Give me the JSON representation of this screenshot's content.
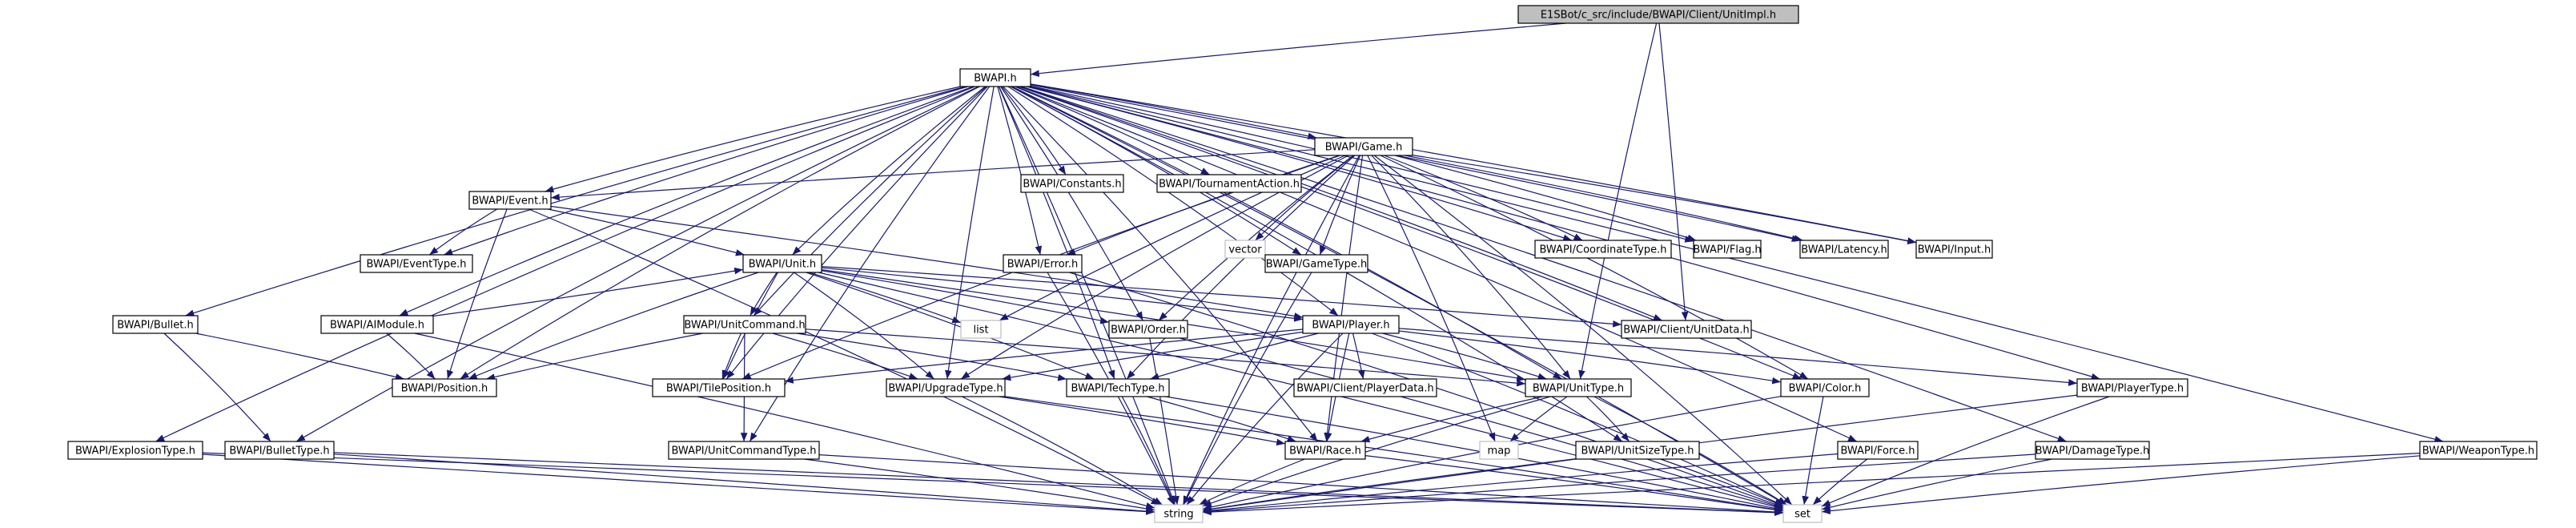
{
  "colors": {
    "edge": "#191970",
    "root_fill": "#bfbfbf",
    "node_fill": "#ffffff",
    "external_border": "#bfbfbf"
  },
  "nodes": {
    "root": "E1SBot/c_src/include/BWAPI/Client/UnitImpl.h",
    "bwapi": "BWAPI.h",
    "constants": "BWAPI/Constants.h",
    "tournament": "BWAPI/TournamentAction.h",
    "game": "BWAPI/Game.h",
    "vector": "vector",
    "coordtype": "BWAPI/CoordinateType.h",
    "flag": "BWAPI/Flag.h",
    "latency": "BWAPI/Latency.h",
    "input": "BWAPI/Input.h",
    "event": "BWAPI/Event.h",
    "eventtype": "BWAPI/EventType.h",
    "error": "BWAPI/Error.h",
    "gametype": "BWAPI/GameType.h",
    "unit": "BWAPI/Unit.h",
    "list": "list",
    "order": "BWAPI/Order.h",
    "clientunitdata": "BWAPI/Client/UnitData.h",
    "bullet": "BWAPI/Bullet.h",
    "aimodule": "BWAPI/AIModule.h",
    "unitcommand": "BWAPI/UnitCommand.h",
    "player": "BWAPI/Player.h",
    "position": "BWAPI/Position.h",
    "tileposition": "BWAPI/TilePosition.h",
    "upgradetype": "BWAPI/UpgradeType.h",
    "techtype": "BWAPI/TechType.h",
    "playerdata": "BWAPI/Client/PlayerData.h",
    "unittype": "BWAPI/UnitType.h",
    "color": "BWAPI/Color.h",
    "playertype": "BWAPI/PlayerType.h",
    "explosiontype": "BWAPI/ExplosionType.h",
    "bullettype": "BWAPI/BulletType.h",
    "unitcommandtype": "BWAPI/UnitCommandType.h",
    "race": "BWAPI/Race.h",
    "map": "map",
    "unitsizetype": "BWAPI/UnitSizeType.h",
    "force": "BWAPI/Force.h",
    "damagetype": "BWAPI/DamageType.h",
    "weapontype": "BWAPI/WeaponType.h",
    "string": "string",
    "set": "set"
  },
  "edges": [
    [
      "root",
      "bwapi"
    ],
    [
      "root",
      "clientunitdata"
    ],
    [
      "root",
      "unittype"
    ],
    [
      "bwapi",
      "constants"
    ],
    [
      "bwapi",
      "tournament"
    ],
    [
      "bwapi",
      "game"
    ],
    [
      "bwapi",
      "coordtype"
    ],
    [
      "bwapi",
      "flag"
    ],
    [
      "bwapi",
      "latency"
    ],
    [
      "bwapi",
      "input"
    ],
    [
      "bwapi",
      "event"
    ],
    [
      "bwapi",
      "eventtype"
    ],
    [
      "bwapi",
      "error"
    ],
    [
      "bwapi",
      "gametype"
    ],
    [
      "bwapi",
      "unit"
    ],
    [
      "bwapi",
      "order"
    ],
    [
      "bwapi",
      "clientunitdata"
    ],
    [
      "bwapi",
      "bullet"
    ],
    [
      "bwapi",
      "aimodule"
    ],
    [
      "bwapi",
      "unitcommand"
    ],
    [
      "bwapi",
      "player"
    ],
    [
      "bwapi",
      "position"
    ],
    [
      "bwapi",
      "tileposition"
    ],
    [
      "bwapi",
      "upgradetype"
    ],
    [
      "bwapi",
      "techtype"
    ],
    [
      "bwapi",
      "unittype"
    ],
    [
      "bwapi",
      "color"
    ],
    [
      "bwapi",
      "playertype"
    ],
    [
      "bwapi",
      "explosiontype"
    ],
    [
      "bwapi",
      "bullettype"
    ],
    [
      "bwapi",
      "unitcommandtype"
    ],
    [
      "bwapi",
      "race"
    ],
    [
      "bwapi",
      "unitsizetype"
    ],
    [
      "bwapi",
      "force"
    ],
    [
      "bwapi",
      "damagetype"
    ],
    [
      "bwapi",
      "weapontype"
    ],
    [
      "bwapi",
      "string"
    ],
    [
      "bwapi",
      "set"
    ],
    [
      "game",
      "vector"
    ],
    [
      "game",
      "coordtype"
    ],
    [
      "game",
      "flag"
    ],
    [
      "game",
      "latency"
    ],
    [
      "game",
      "input"
    ],
    [
      "game",
      "event"
    ],
    [
      "game",
      "error"
    ],
    [
      "game",
      "gametype"
    ],
    [
      "game",
      "list"
    ],
    [
      "game",
      "order"
    ],
    [
      "game",
      "tileposition"
    ],
    [
      "game",
      "upgradetype"
    ],
    [
      "game",
      "techtype"
    ],
    [
      "game",
      "unittype"
    ],
    [
      "game",
      "color"
    ],
    [
      "game",
      "race"
    ],
    [
      "game",
      "map"
    ],
    [
      "game",
      "string"
    ],
    [
      "game",
      "set"
    ],
    [
      "event",
      "eventtype"
    ],
    [
      "event",
      "unit"
    ],
    [
      "event",
      "position"
    ],
    [
      "event",
      "string"
    ],
    [
      "event",
      "player"
    ],
    [
      "unit",
      "list"
    ],
    [
      "unit",
      "order"
    ],
    [
      "unit",
      "clientunitdata"
    ],
    [
      "unit",
      "unitcommand"
    ],
    [
      "unit",
      "player"
    ],
    [
      "unit",
      "position"
    ],
    [
      "unit",
      "tileposition"
    ],
    [
      "unit",
      "upgradetype"
    ],
    [
      "unit",
      "techtype"
    ],
    [
      "unit",
      "unittype"
    ],
    [
      "unit",
      "set"
    ],
    [
      "error",
      "string"
    ],
    [
      "error",
      "set"
    ],
    [
      "gametype",
      "string"
    ],
    [
      "order",
      "string"
    ],
    [
      "order",
      "set"
    ],
    [
      "bullet",
      "position"
    ],
    [
      "bullet",
      "bullettype"
    ],
    [
      "aimodule",
      "position"
    ],
    [
      "aimodule",
      "unit"
    ],
    [
      "aimodule",
      "string"
    ],
    [
      "unitcommand",
      "position"
    ],
    [
      "unitcommand",
      "tileposition"
    ],
    [
      "unitcommand",
      "upgradetype"
    ],
    [
      "unitcommand",
      "techtype"
    ],
    [
      "unitcommand",
      "unittype"
    ],
    [
      "unitcommand",
      "unitcommandtype"
    ],
    [
      "player",
      "tileposition"
    ],
    [
      "player",
      "upgradetype"
    ],
    [
      "player",
      "techtype"
    ],
    [
      "player",
      "playerdata"
    ],
    [
      "player",
      "unittype"
    ],
    [
      "player",
      "color"
    ],
    [
      "player",
      "playertype"
    ],
    [
      "player",
      "race"
    ],
    [
      "player",
      "string"
    ],
    [
      "player",
      "set"
    ],
    [
      "upgradetype",
      "race"
    ],
    [
      "upgradetype",
      "string"
    ],
    [
      "upgradetype",
      "set"
    ],
    [
      "techtype",
      "race"
    ],
    [
      "techtype",
      "string"
    ],
    [
      "techtype",
      "set"
    ],
    [
      "unittype",
      "race"
    ],
    [
      "unittype",
      "map"
    ],
    [
      "unittype",
      "unitsizetype"
    ],
    [
      "unittype",
      "string"
    ],
    [
      "unittype",
      "set"
    ],
    [
      "color",
      "set"
    ],
    [
      "color",
      "string"
    ],
    [
      "playertype",
      "string"
    ],
    [
      "playertype",
      "set"
    ],
    [
      "explosiontype",
      "string"
    ],
    [
      "explosiontype",
      "set"
    ],
    [
      "bullettype",
      "string"
    ],
    [
      "bullettype",
      "set"
    ],
    [
      "unitcommandtype",
      "string"
    ],
    [
      "unitcommandtype",
      "set"
    ],
    [
      "race",
      "string"
    ],
    [
      "race",
      "set"
    ],
    [
      "unitsizetype",
      "string"
    ],
    [
      "unitsizetype",
      "set"
    ],
    [
      "force",
      "string"
    ],
    [
      "force",
      "set"
    ],
    [
      "damagetype",
      "string"
    ],
    [
      "damagetype",
      "set"
    ],
    [
      "weapontype",
      "string"
    ],
    [
      "weapontype",
      "set"
    ]
  ]
}
